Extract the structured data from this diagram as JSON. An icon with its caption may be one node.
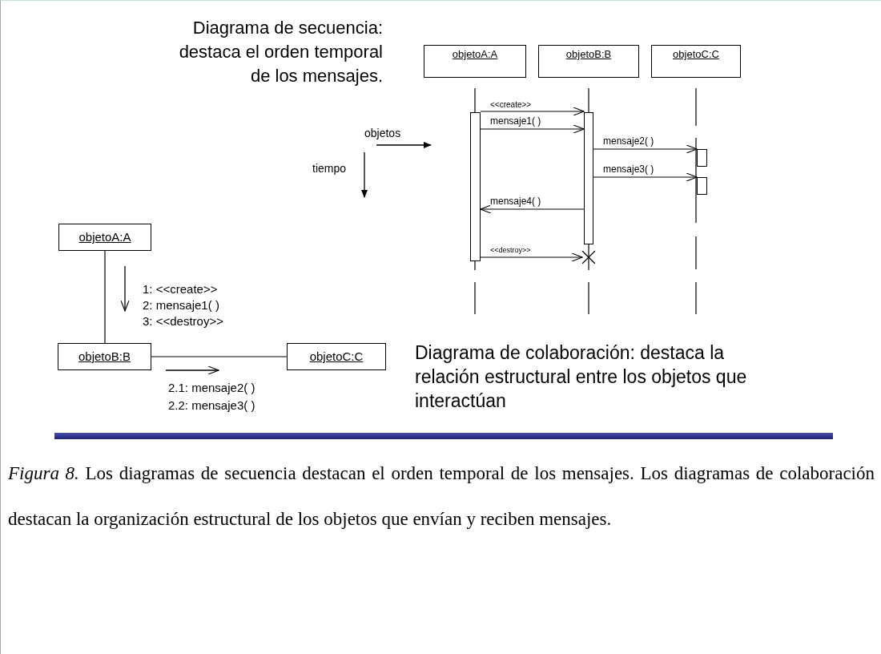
{
  "diagram": {
    "caption": "*Figura 8.* Los diagramas de secuencia destacan el orden temporal de los mensajes. Los diagramas de colaboración destacan la organización estructural de los objetos que envían y reciben mensajes.",
    "nodes": [
      {
        "text": [
          "objetoA:A"
        ]
      },
      {
        "text": [
          "objetoB:B"
        ]
      },
      {
        "text": [
          "objetoC:C"
        ]
      },
      {
        "text": [],
        "shape": "bar"
      },
      {
        "text": [],
        "shape": "bar"
      },
      {
        "text": [],
        "shape": "bar"
      },
      {
        "text": [],
        "shape": "bar"
      },
      {
        "text": [],
        "shape": "cross"
      },
      {
        "text": [
          "objetoA:A"
        ]
      },
      {
        "text": [
          "objetoB:B"
        ]
      },
      {
        "text": [
          "objetoC:C"
        ]
      }
    ],
    "edges": [
      {
        "from": 3,
        "to": 4,
        "arrow": "to",
        "label": "<<create>>"
      },
      {
        "from": 3,
        "to": 4,
        "arrow": "to",
        "label": "mensaje1( )"
      },
      {
        "from": 4,
        "to": 5,
        "arrow": "to",
        "label": "mensaje2( )"
      },
      {
        "from": 4,
        "to": 6,
        "arrow": "to",
        "label": "mensaje3( )"
      },
      {
        "from": 4,
        "to": 3,
        "arrow": "to",
        "label": "mensaje4( )"
      },
      {
        "from": 3,
        "to": 7,
        "arrow": "to",
        "label": "<<destroy>>"
      },
      {
        "from": 8,
        "to": 9,
        "arrow": "none"
      },
      {
        "from": 9,
        "to": 10,
        "arrow": "none"
      }
    ],
    "labels": [
      "Diagrama de secuencia: destaca el orden temporal de los mensajes.",
      "objetos",
      "tiempo",
      "1: <<create>>",
      "2: mensaje1( )",
      "3: <<destroy>>",
      "Diagrama de colaboración: destaca la relación estructural entre los objetos que interactúan",
      "2.1: mensaje2( )",
      "2.2: mensaje3( )"
    ]
  }
}
